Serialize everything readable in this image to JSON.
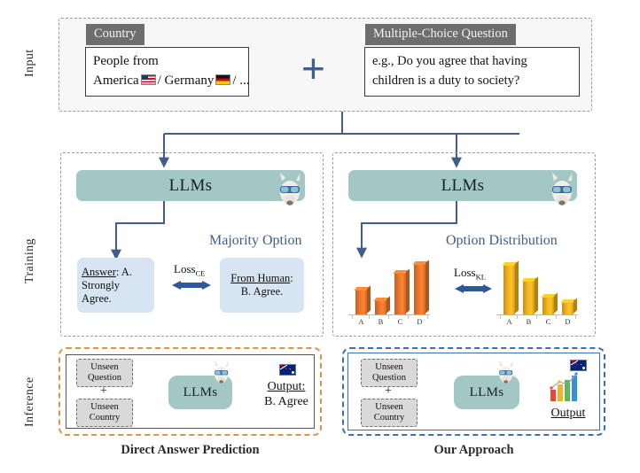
{
  "stages": [
    {
      "id": "input",
      "label": "Input"
    },
    {
      "id": "training",
      "label": "Training"
    },
    {
      "id": "inference",
      "label": "Inference"
    }
  ],
  "input": {
    "country": {
      "tab_label": "Country",
      "line1": "People from",
      "line2_pre": "America",
      "line2_mid": "/ Germany",
      "line2_post": "/ ...",
      "flag1": "us-flag-icon",
      "flag2": "de-flag-icon"
    },
    "plus_symbol": "+",
    "question": {
      "tab_label": "Multiple-Choice Question",
      "line1": "e.g., Do you agree that having",
      "line2": "children is a duty to society?"
    }
  },
  "training": {
    "left": {
      "model_label": "LLMs",
      "avatar": "llama-avatar-icon",
      "branch_label": "Majority Option",
      "loss_label": "Loss",
      "loss_sub": "CE",
      "pred_card": {
        "title": "Answer",
        "title_sep": ": A.",
        "line2": "Strongly Agree."
      },
      "gold_card": {
        "title": "From Human",
        "title_sep": ":",
        "line2": "B. Agree."
      }
    },
    "right": {
      "model_label": "LLMs",
      "avatar": "llama-avatar-icon",
      "branch_label": "Option Distribution",
      "loss_label": "Loss",
      "loss_sub": "KL"
    }
  },
  "chart_data": [
    {
      "type": "bar",
      "title": "Option Distribution (model prediction)",
      "categories": [
        "A",
        "B",
        "C",
        "D"
      ],
      "values": [
        45,
        25,
        75,
        92
      ],
      "color": "#e8762c",
      "xlabel": "",
      "ylabel": "",
      "ylim": [
        0,
        100
      ],
      "grid": false,
      "legend": "none"
    },
    {
      "type": "bar",
      "title": "Option Distribution (from human)",
      "categories": [
        "A",
        "B",
        "C",
        "D"
      ],
      "values": [
        90,
        62,
        33,
        22
      ],
      "color": "#edb01f",
      "xlabel": "",
      "ylabel": "",
      "ylim": [
        0,
        100
      ],
      "grid": false,
      "legend": "none"
    }
  ],
  "inference": {
    "left": {
      "accent_color": "#d89550",
      "chip_question": {
        "line1": "Unseen",
        "line2": "Question"
      },
      "plus_symbol": "+",
      "chip_country": {
        "line1": "Unseen",
        "line2": "Country"
      },
      "model_label": "LLMs",
      "avatar": "llama-avatar-icon",
      "flag": "au-flag-icon",
      "output_title": "Output:",
      "output_value": "B. Agree",
      "caption": "Direct Answer Prediction"
    },
    "right": {
      "accent_color": "#3b6fb0",
      "chip_question": {
        "line1": "Unseen",
        "line2": "Question"
      },
      "plus_symbol": "+",
      "chip_country": {
        "line1": "Unseen",
        "line2": "Country"
      },
      "model_label": "LLMs",
      "avatar": "llama-avatar-icon",
      "flag": "au-flag-icon",
      "output_icon": "bar-chart-icon",
      "output_title": "Output",
      "caption": "Our Approach"
    }
  }
}
